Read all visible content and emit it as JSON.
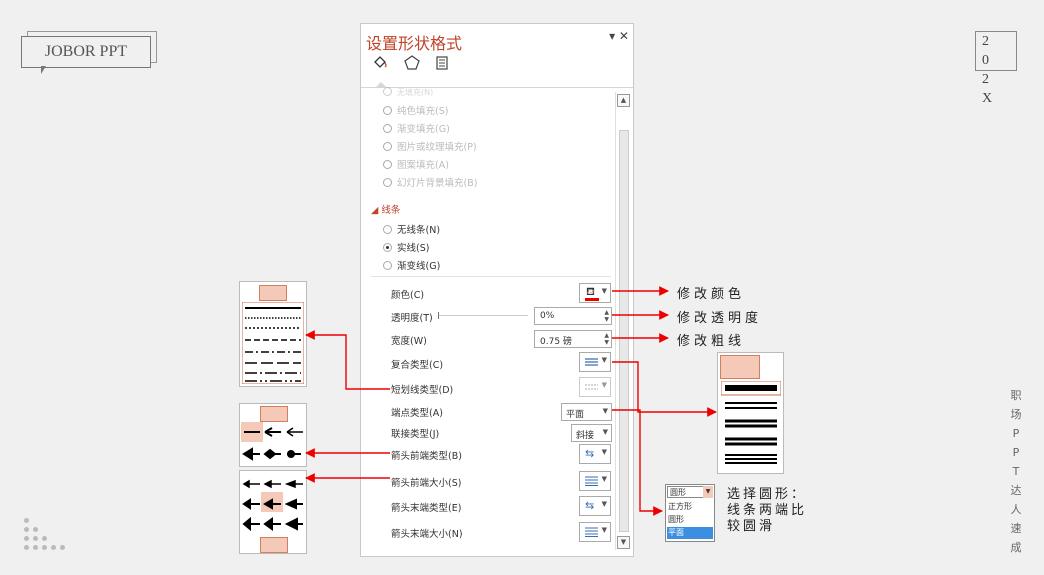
{
  "brand": {
    "logo": "JOBOR PPT",
    "year_line1": "2 0",
    "year_line2": "2 X",
    "vertical_text": [
      "职",
      "场",
      "P",
      "P",
      "T",
      "达",
      "人",
      "速",
      "成"
    ]
  },
  "panel": {
    "title": "设置形状格式",
    "close": "▾ ✕",
    "tabs": [
      "fill-line-icon",
      "pentagon-icon",
      "size-icon"
    ],
    "fill_options": [
      "无填充(N)",
      "纯色填充(S)",
      "渐变填充(G)",
      "图片或纹理填充(P)",
      "图案填充(A)",
      "幻灯片背景填充(B)"
    ],
    "line_section": "◢ 线条",
    "line_options": [
      "无线条(N)",
      "实线(S)",
      "渐变线(G)"
    ],
    "props": {
      "color": "颜色(C)",
      "transparency": "透明度(T)",
      "transparency_value": "0%",
      "width": "宽度(W)",
      "width_value": "0.75 磅",
      "compound": "复合类型(C)",
      "dash": "短划线类型(D)",
      "cap": "端点类型(A)",
      "cap_value": "平面",
      "join": "联接类型(J)",
      "join_value": "斜接",
      "begin_arrow_type": "箭头前端类型(B)",
      "begin_arrow_size": "箭头前端大小(S)",
      "end_arrow_type": "箭头末端类型(E)",
      "end_arrow_size": "箭头末端大小(N)"
    }
  },
  "annotations": {
    "color": "修改颜色",
    "transparency": "修改透明度",
    "width": "修改粗线",
    "round_line1": "选择圆形：",
    "round_line2": "线条两端比",
    "round_line3": "较圆滑"
  },
  "cap_dropdown": {
    "selected": "圆形",
    "options": [
      "正方形",
      "圆形",
      "平面"
    ]
  },
  "colors": {
    "accent": "#c0432a",
    "arrow": "#e00000",
    "highlight": "#f5c9b8",
    "select": "#3c8fe0"
  }
}
